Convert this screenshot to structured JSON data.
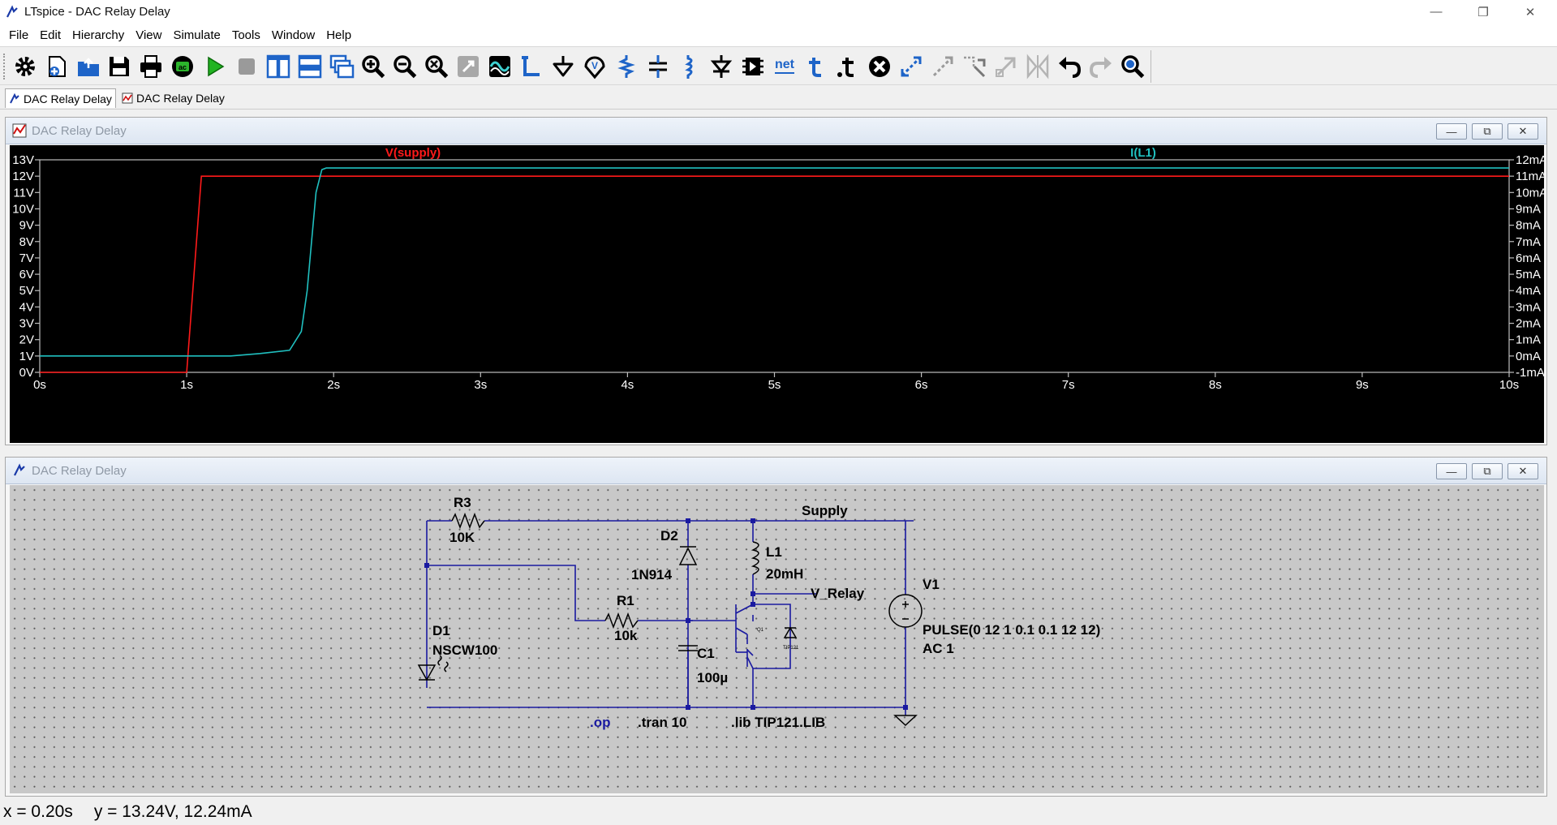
{
  "window": {
    "title": "LTspice - DAC Relay Delay",
    "controls": [
      "—",
      "❐",
      "✕"
    ]
  },
  "menu": [
    "File",
    "Edit",
    "Hierarchy",
    "View",
    "Simulate",
    "Tools",
    "Window",
    "Help"
  ],
  "toolbar": {
    "net_label": "net"
  },
  "tabs": [
    {
      "label": "DAC Relay Delay",
      "kind": "schematic",
      "active": true
    },
    {
      "label": "DAC Relay Delay",
      "kind": "waveform",
      "active": false
    }
  ],
  "plot_pane": {
    "title": "DAC Relay Delay",
    "buttons": [
      "—",
      "⧉",
      "✕"
    ]
  },
  "schematic_pane": {
    "title": "DAC Relay Delay",
    "buttons": [
      "—",
      "⧉",
      "✕"
    ]
  },
  "chart_data": {
    "type": "line",
    "background": "#000000",
    "grid": false,
    "x_axis": {
      "range": [
        0,
        10
      ],
      "ticks": [
        "0s",
        "1s",
        "2s",
        "3s",
        "4s",
        "5s",
        "6s",
        "7s",
        "8s",
        "9s",
        "10s"
      ]
    },
    "y_left": {
      "range": [
        0,
        13
      ],
      "ticks": [
        "0V",
        "1V",
        "2V",
        "3V",
        "4V",
        "5V",
        "6V",
        "7V",
        "8V",
        "9V",
        "10V",
        "11V",
        "12V",
        "13V"
      ]
    },
    "y_right": {
      "range": [
        -1,
        12
      ],
      "ticks": [
        "-1mA",
        "0mA",
        "1mA",
        "2mA",
        "3mA",
        "4mA",
        "5mA",
        "6mA",
        "7mA",
        "8mA",
        "9mA",
        "10mA",
        "11mA",
        "12mA"
      ]
    },
    "series": [
      {
        "name": "V(supply)",
        "axis": "left",
        "color": "#ff1a1a",
        "x": [
          0,
          1.0,
          1.1,
          10
        ],
        "y": [
          0,
          0,
          12,
          12
        ]
      },
      {
        "name": "I(L1)",
        "axis": "right",
        "color": "#20c0c0",
        "x": [
          0,
          1.3,
          1.5,
          1.7,
          1.78,
          1.82,
          1.85,
          1.88,
          1.92,
          1.95,
          10
        ],
        "y": [
          0,
          0,
          0.15,
          0.35,
          1.5,
          4,
          7,
          10,
          11.4,
          11.5,
          11.5
        ]
      }
    ]
  },
  "schematic": {
    "components": {
      "R3": {
        "name": "R3",
        "value": "10K"
      },
      "D2": {
        "name": "D2",
        "value": "1N914"
      },
      "L1": {
        "name": "L1",
        "value": "20mH"
      },
      "V1": {
        "name": "V1",
        "value": "PULSE(0 12 1 0.1 0.1 12 12)",
        "value2": "AC 1"
      },
      "D1": {
        "name": "D1",
        "value": "NSCW100"
      },
      "R1": {
        "name": "R1",
        "value": "10k"
      },
      "C1": {
        "name": "C1",
        "value": "100µ"
      },
      "Q1": {
        "name": "Q1",
        "value": "TIP121"
      }
    },
    "nets": {
      "supply": "Supply",
      "v_relay": "V_Relay"
    },
    "directives": {
      "op": ".op",
      "tran": ".tran 10",
      "lib": ".lib TIP121.LIB"
    }
  },
  "status": {
    "x": "x = 0.20s",
    "y": "y = 13.24V, 12.24mA"
  }
}
